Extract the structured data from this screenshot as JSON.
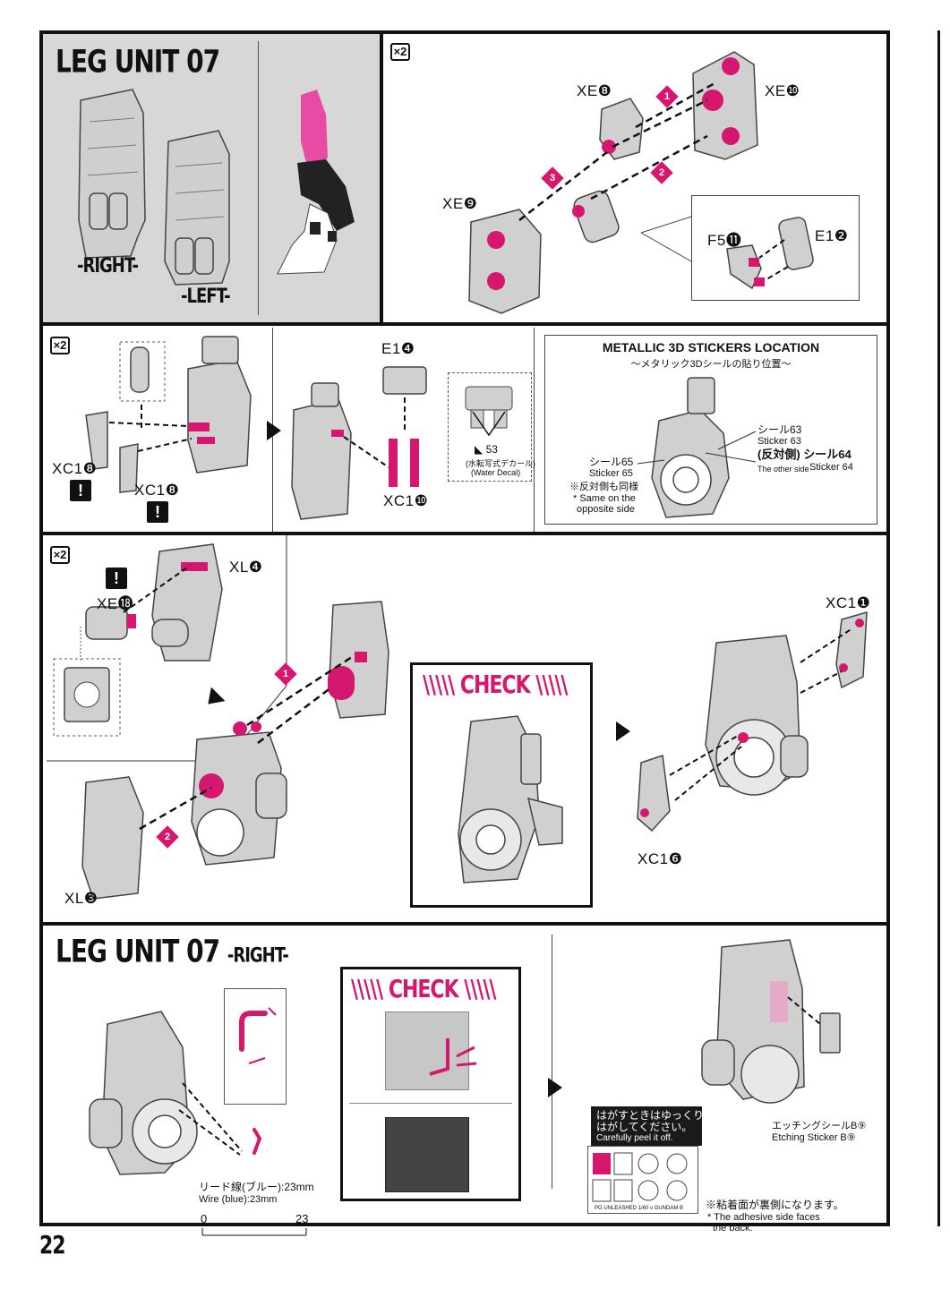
{
  "header": {
    "title": "LEG UNIT 07",
    "right_label": "-RIGHT-",
    "left_label": "-LEFT-"
  },
  "step1": {
    "multiplier": "×2",
    "parts": {
      "xe8": "XE❽",
      "xe10": "XE❿",
      "xe9": "XE❾",
      "f5_11": "F5⓫",
      "e1_2": "E1❷"
    },
    "order": [
      "1",
      "2",
      "3"
    ]
  },
  "step2": {
    "multiplier": "×2",
    "parts": {
      "xc18_top": "XC1❽",
      "xc18_bottom": "XC1❽",
      "e1_4": "E1❹",
      "xc1_10": "XC1❿"
    },
    "decal_number": "53",
    "decal_jp": "(水転写式デカール)",
    "decal_en": "(Water Decal)"
  },
  "stickers_panel": {
    "title": "METALLIC 3D STICKERS LOCATION",
    "subtitle_jp": "～メタリック3Dシールの貼り位置～",
    "sticker63_jp": "シール63",
    "sticker63_en": "Sticker 63",
    "other_side_jp": "(反対側) シール64",
    "other_side_en": "The other side",
    "sticker64_en": "Sticker 64",
    "sticker65_jp": "シール65",
    "sticker65_en": "Sticker 65",
    "same_jp": "※反対側も同様",
    "same_en_1": "* Same on the",
    "same_en_2": "opposite side"
  },
  "step3": {
    "multiplier": "×2",
    "parts": {
      "xl4": "XL❹",
      "xe18": "XE⓲",
      "xl3": "XL❸",
      "xc1_1": "XC1❶",
      "xc1_6": "XC1❻"
    },
    "check_label": "CHECK"
  },
  "step4": {
    "title": "LEG UNIT 07",
    "title_suffix": "-RIGHT-",
    "check_label": "CHECK",
    "wire_jp": "リード線(ブルー):23mm",
    "wire_en": "Wire (blue):23mm",
    "ruler_start": "0",
    "ruler_end": "23",
    "peel_jp_1": "はがすときはゆっくり",
    "peel_jp_2": "はがしてください。",
    "peel_en": "Carefully peel it off.",
    "etching_jp": "エッチングシールB⑨",
    "etching_en": "Etching Sticker B⑨",
    "adhesive_jp": "※粘着面が裏側になります。",
    "adhesive_en_1": "* The adhesive side faces",
    "adhesive_en_2": "the back.",
    "sheet_caption": "PG UNLEASHED 1/60 ν GUNDAM B"
  },
  "page_number": "22",
  "colors": {
    "accent": "#d6176f",
    "panel_gray": "#d7d7d7"
  }
}
